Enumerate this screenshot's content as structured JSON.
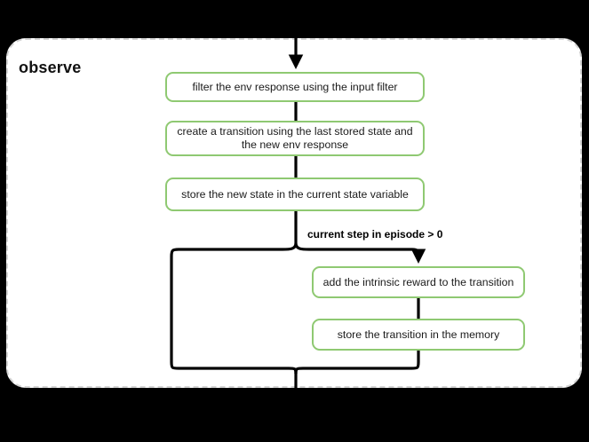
{
  "diagram": {
    "title": "observe",
    "background_color": "#000000",
    "container": {
      "fill_color": "#ffffff",
      "border_color": "#d4d4d4",
      "border_style": "dashed"
    },
    "node_border_color": "#8fc972",
    "connector_color": "#000000",
    "nodes": [
      {
        "id": "filter-env-response",
        "label": "filter the env response using the input filter"
      },
      {
        "id": "create-transition",
        "label": "create a transition using the last stored state and the new env response"
      },
      {
        "id": "store-new-state",
        "label": "store the new state in the current state variable"
      },
      {
        "id": "add-intrinsic-reward",
        "label": "add the intrinsic reward to the transition"
      },
      {
        "id": "store-transition-memory",
        "label": "store the transition in the memory"
      }
    ],
    "edge_labels": [
      {
        "id": "current-step-condition",
        "label": "current step in episode > 0"
      }
    ]
  }
}
